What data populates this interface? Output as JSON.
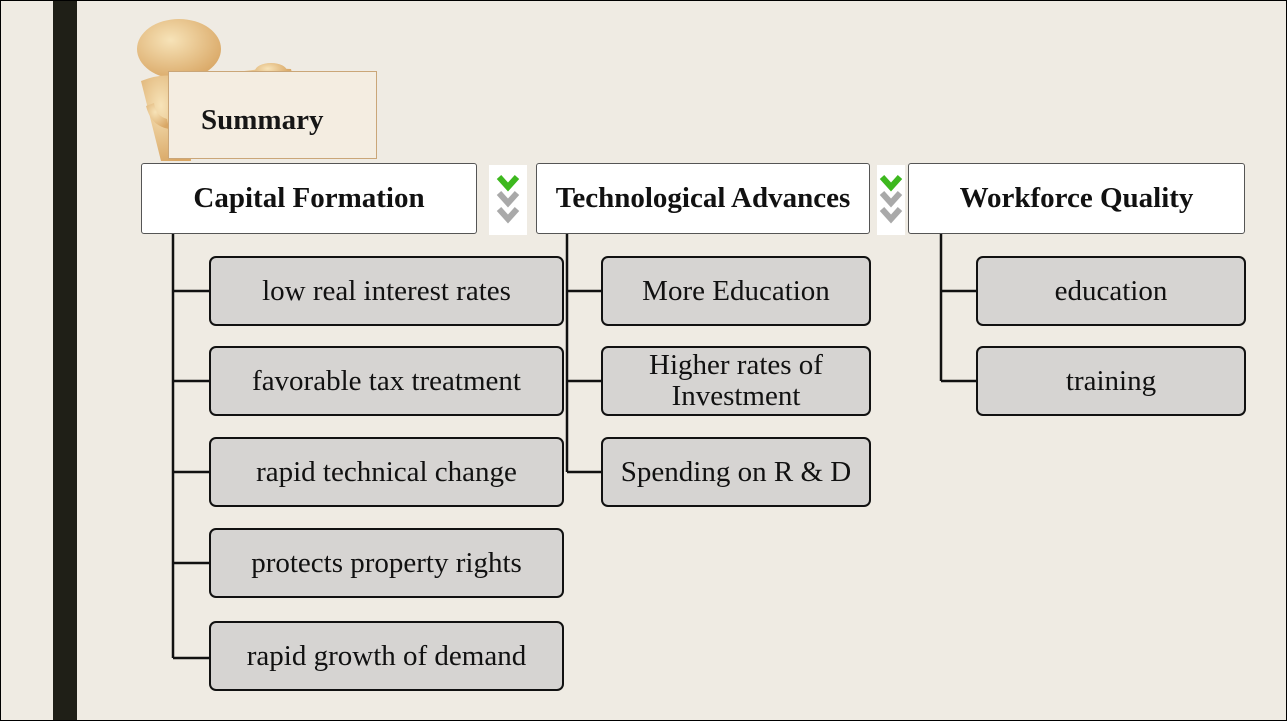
{
  "slide": {
    "title": "Summary"
  },
  "columns": [
    {
      "heading": "Capital Formation",
      "items": [
        "low real interest rates",
        "favorable tax treatment",
        "rapid technical change",
        "protects property rights",
        "rapid growth of demand"
      ]
    },
    {
      "heading": "Technological Advances",
      "items": [
        "More Education",
        "Higher rates of Investment",
        "Spending on R & D"
      ]
    },
    {
      "heading": "Workforce Quality",
      "items": [
        "education",
        "training"
      ]
    }
  ],
  "colors": {
    "background": "#efebe3",
    "left_bar": "#1f1f17",
    "sub_box_fill": "#d6d4d2",
    "chevron_green": "#3db81e",
    "chevron_gray": "#a9a9a9"
  }
}
